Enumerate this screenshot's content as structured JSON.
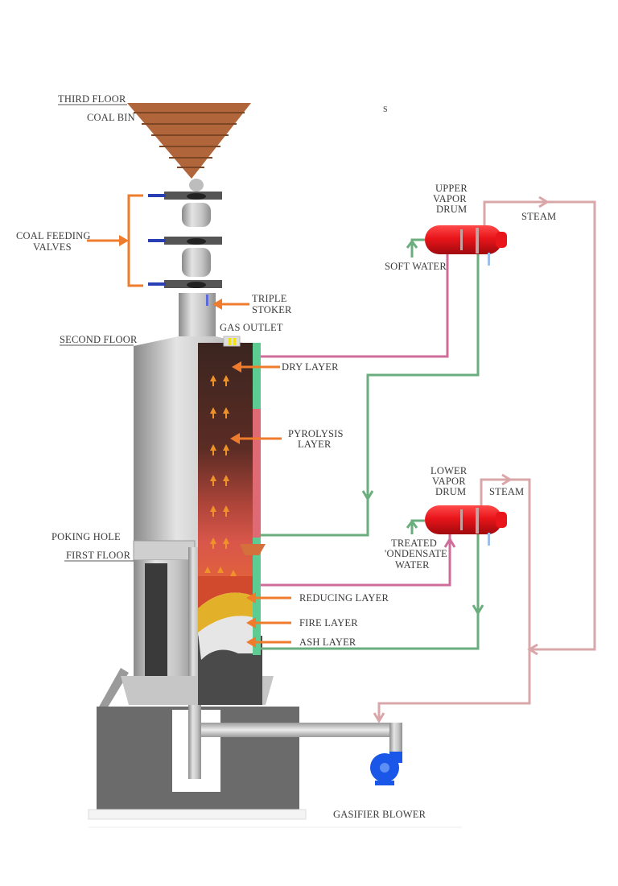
{
  "title": "Coal gasifier with upper and lower vapor drums",
  "labels": {
    "third_floor": "THIRD FLOOR",
    "coal_bin": "COAL BIN",
    "coal_feeding_valves_1": "COAL FEEDING",
    "coal_feeding_valves_2": "VALVES",
    "triple_stoker_1": "TRIPLE",
    "triple_stoker_2": "STOKER",
    "gas_outlet": "GAS OUTLET",
    "second_floor": "SECOND FLOOR",
    "dry_layer": "DRY LAYER",
    "pyrolysis_layer_1": "PYROLYSIS",
    "pyrolysis_layer_2": "LAYER",
    "poking_hole": "POKING HOLE",
    "first_floor": "FIRST FLOOR",
    "reducing_layer": "REDUCING LAYER",
    "fire_layer": "FIRE LAYER",
    "ash_layer": "ASH LAYER",
    "upper_drum_1": "UPPER",
    "upper_drum_2": "VAPOR",
    "upper_drum_3": "DRUM",
    "soft_water": "SOFT WATER",
    "steam_upper": "STEAM",
    "lower_drum_1": "LOWER",
    "lower_drum_2": "VAPOR",
    "lower_drum_3": "DRUM",
    "treated_1": "TREATED",
    "treated_2": "'ONDENSATE",
    "treated_3": "WATER",
    "steam_lower": "STEAM",
    "gasifier_blower": "GASIFIER BLOWER",
    "stray_mark": "S"
  },
  "colors": {
    "label_arrow": "#ef7b2c",
    "water_line": "#6aae7e",
    "hot_line": "#cf6d9a",
    "steam_line": "#d9a7aa",
    "drum": "#e8151a",
    "coal_bin": "#b0653a",
    "blower": "#1a56e8",
    "steel": "#b8b8b8",
    "base": "#6b6b6b"
  }
}
